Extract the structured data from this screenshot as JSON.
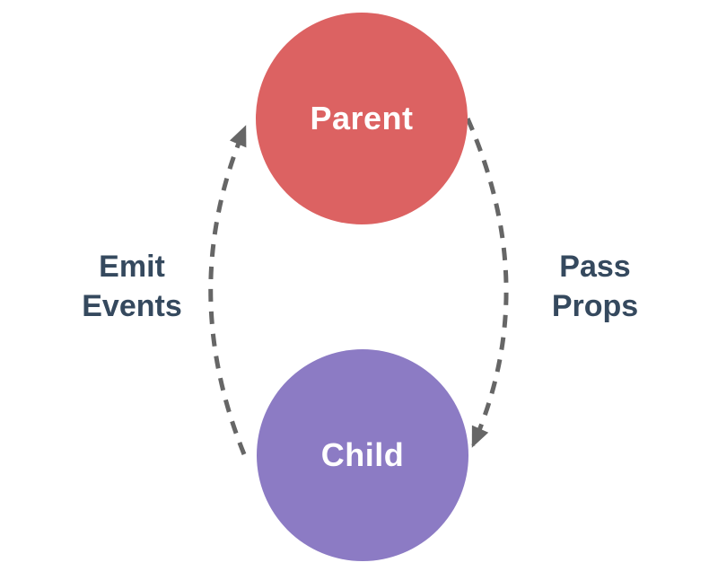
{
  "diagram": {
    "description": "Parent-child component communication diagram",
    "background": "#FFFFFF",
    "nodes": {
      "parent": {
        "label": "Parent",
        "shape": "circle",
        "fill": "#DC6262",
        "text_color": "#FFFFFF"
      },
      "child": {
        "label": "Child",
        "shape": "circle",
        "fill": "#8C7BC4",
        "text_color": "#FFFFFF"
      }
    },
    "edges": {
      "emit_events": {
        "label": "Emit Events",
        "from": "Child",
        "to": "Parent",
        "side": "left",
        "style": "dashed-arrow"
      },
      "pass_props": {
        "label": "Pass Props",
        "from": "Parent",
        "to": "Child",
        "side": "right",
        "style": "dashed-arrow"
      }
    },
    "colors": {
      "arrow": "#666666",
      "edge_label": "#35495E"
    }
  }
}
